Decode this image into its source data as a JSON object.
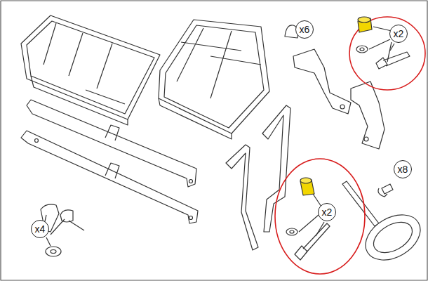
{
  "diagram": {
    "nodes": [
      {
        "text": [
          "x6"
        ]
      },
      {
        "text": [
          "x2"
        ]
      },
      {
        "text": [
          "x8"
        ]
      },
      {
        "text": [
          "x2"
        ]
      },
      {
        "text": [
          "x4"
        ]
      }
    ]
  }
}
